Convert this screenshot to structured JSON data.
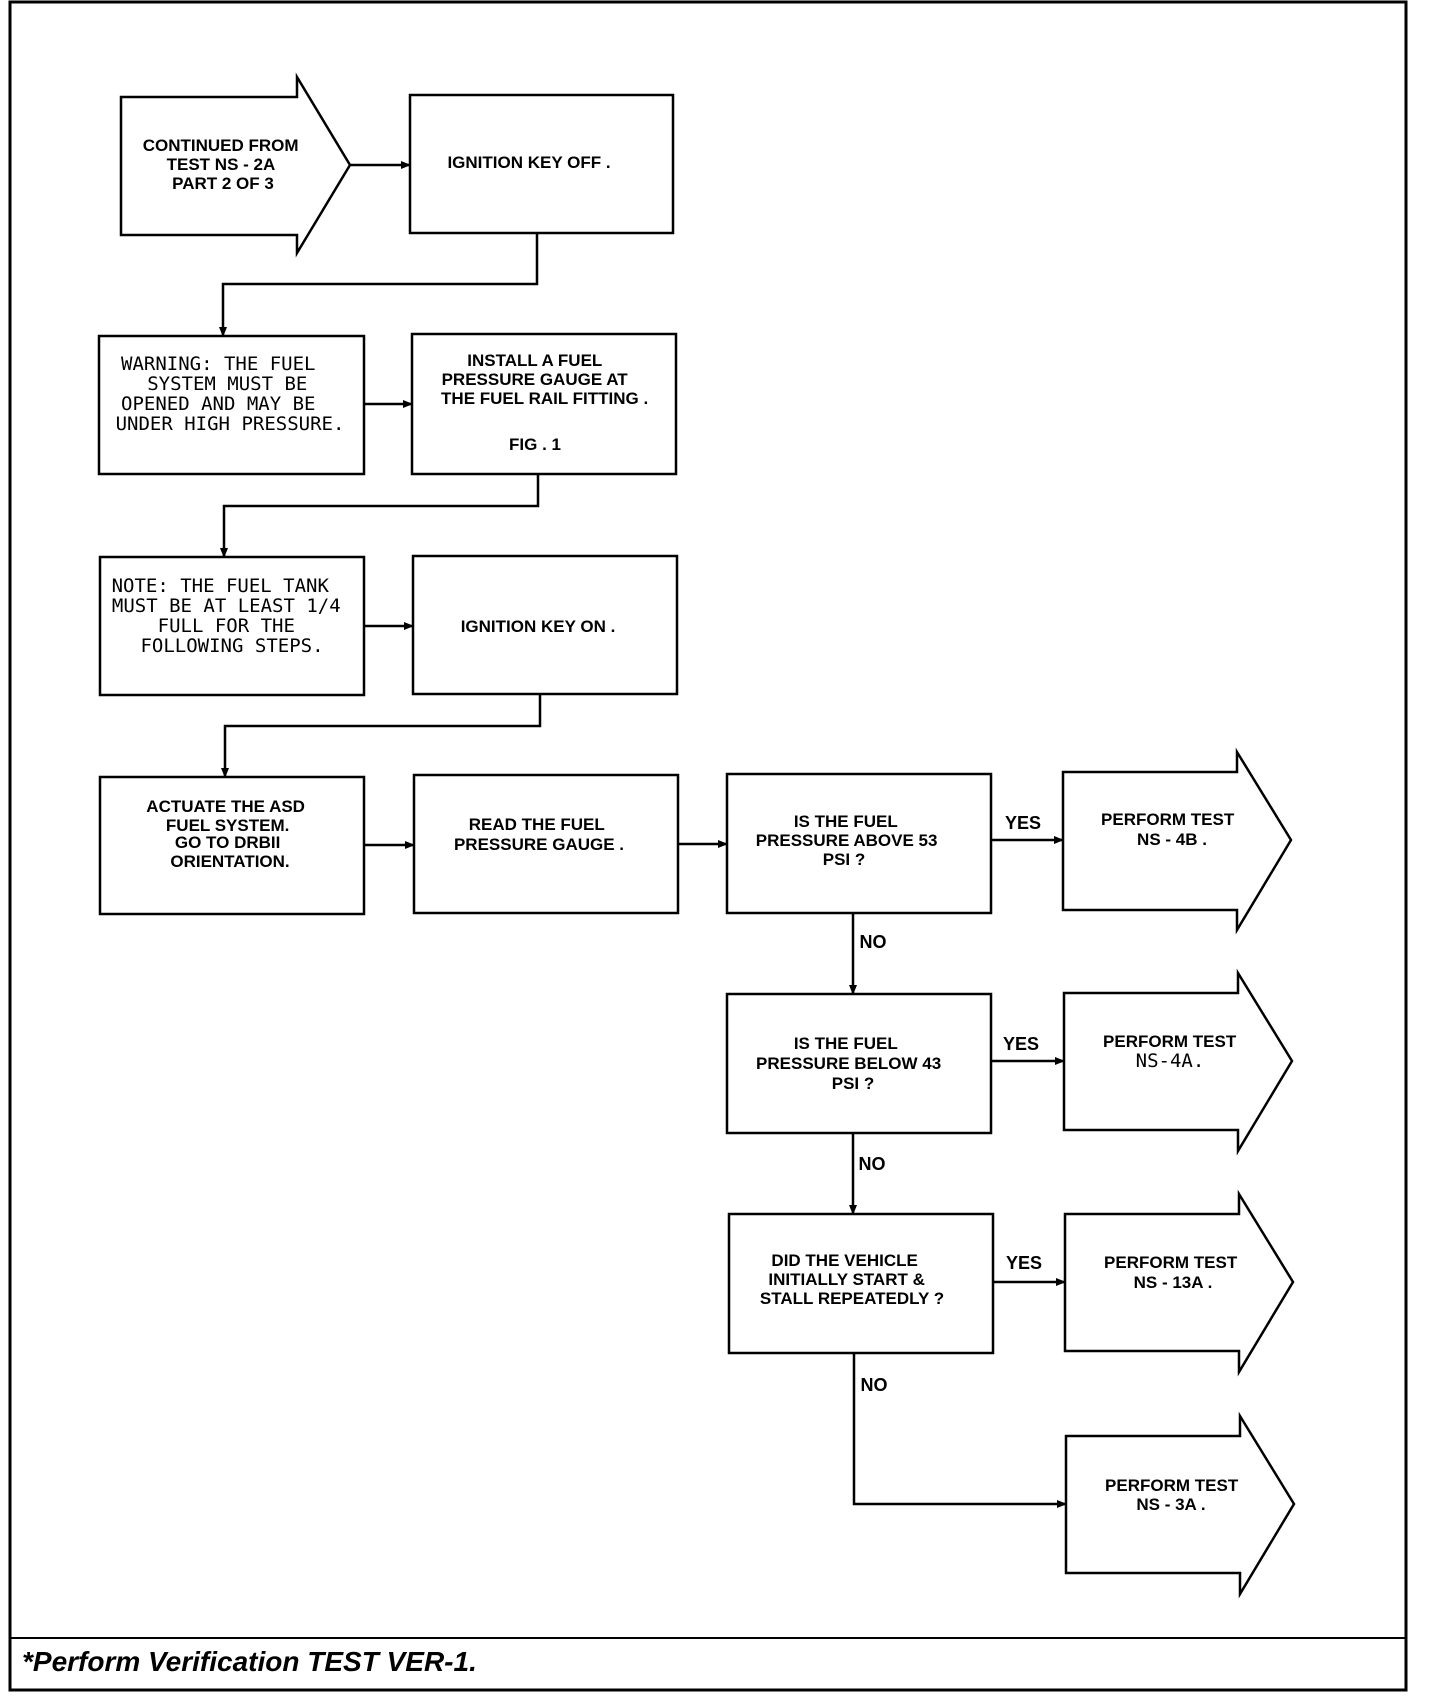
{
  "diagram": {
    "start": {
      "lines": [
        "CONTINUED FROM",
        "TEST NS - 2A",
        "PART 2 OF 3"
      ]
    },
    "ignition_off": {
      "lines": [
        "IGNITION KEY OFF ."
      ]
    },
    "warning": {
      "lines": [
        "WARNING: THE FUEL",
        "SYSTEM MUST BE",
        "OPENED AND MAY BE",
        "UNDER HIGH PRESSURE."
      ]
    },
    "install_gauge": {
      "lines": [
        "INSTALL A FUEL",
        "PRESSURE GAUGE AT",
        "THE FUEL RAIL FITTING .",
        "FIG . 1"
      ]
    },
    "note": {
      "lines": [
        "NOTE: THE FUEL TANK",
        "MUST BE AT LEAST 1/4",
        "FULL FOR THE",
        "FOLLOWING STEPS."
      ]
    },
    "ignition_on": {
      "lines": [
        "IGNITION KEY ON ."
      ]
    },
    "actuate": {
      "lines": [
        "ACTUATE THE ASD",
        "FUEL SYSTEM.",
        "GO TO DRBII",
        "ORIENTATION."
      ]
    },
    "read_gauge": {
      "lines": [
        "READ THE FUEL",
        "PRESSURE GAUGE ."
      ]
    },
    "decision_above": {
      "lines": [
        "IS THE FUEL",
        "PRESSURE ABOVE 53",
        "PSI ?"
      ]
    },
    "decision_below": {
      "lines": [
        "IS THE FUEL",
        "PRESSURE BELOW 43",
        "PSI ?"
      ]
    },
    "decision_stall": {
      "lines": [
        "DID THE VEHICLE",
        "INITIALLY START &",
        "STALL REPEATEDLY ?"
      ]
    },
    "result_4b": {
      "lines": [
        "PERFORM TEST",
        "NS - 4B ."
      ]
    },
    "result_4a": {
      "lines": [
        "PERFORM TEST",
        "NS-4A."
      ]
    },
    "result_13a": {
      "lines": [
        "PERFORM TEST",
        "NS - 13A ."
      ]
    },
    "result_3a": {
      "lines": [
        "PERFORM TEST",
        "NS - 3A ."
      ]
    },
    "labels": {
      "yes": "YES",
      "no": "NO"
    }
  },
  "footer": {
    "text": "*Perform Verification TEST VER-1."
  }
}
